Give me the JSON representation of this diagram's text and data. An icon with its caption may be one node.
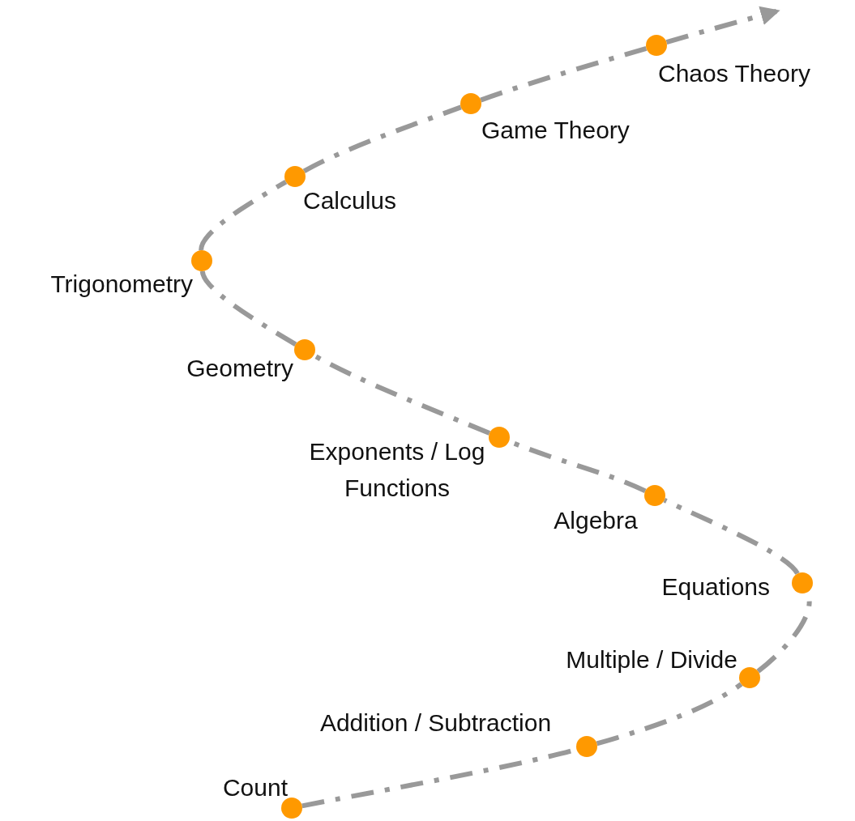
{
  "diagram": {
    "nodes": [
      {
        "text": [],
        "shape": "circle",
        "beside": [
          "Count"
        ]
      },
      {
        "text": [],
        "shape": "circle",
        "beside": [
          "Addition / Subtraction"
        ]
      },
      {
        "text": [],
        "shape": "circle",
        "beside": [
          "Multiple / Divide"
        ]
      },
      {
        "text": [],
        "shape": "circle",
        "beside": [
          "Equations"
        ]
      },
      {
        "text": [],
        "shape": "circle",
        "beside": [
          "Algebra"
        ]
      },
      {
        "text": [],
        "shape": "circle",
        "beside": [
          "Exponents / Log Functions"
        ]
      },
      {
        "text": [],
        "shape": "circle",
        "beside": [
          "Geometry"
        ]
      },
      {
        "text": [],
        "shape": "circle",
        "beside": [
          "Trigonometry"
        ]
      },
      {
        "text": [],
        "shape": "circle",
        "beside": [
          "Calculus"
        ]
      },
      {
        "text": [],
        "shape": "circle",
        "beside": [
          "Game Theory"
        ]
      },
      {
        "text": [],
        "shape": "circle",
        "beside": [
          "Chaos Theory"
        ]
      }
    ],
    "edges": [
      {
        "from": 0,
        "to": 1,
        "arrow": "none"
      },
      {
        "from": 1,
        "to": 2,
        "arrow": "none"
      },
      {
        "from": 2,
        "to": 3,
        "arrow": "none"
      },
      {
        "from": 3,
        "to": 4,
        "arrow": "none"
      },
      {
        "from": 4,
        "to": 5,
        "arrow": "none"
      },
      {
        "from": 5,
        "to": 6,
        "arrow": "none"
      },
      {
        "from": 6,
        "to": 7,
        "arrow": "none"
      },
      {
        "from": 7,
        "to": 8,
        "arrow": "none"
      },
      {
        "from": 8,
        "to": 9,
        "arrow": "none"
      },
      {
        "from": 9,
        "to": 10,
        "arrow": "none"
      },
      {
        "from": 10,
        "to": null,
        "arrow": "to"
      }
    ]
  }
}
